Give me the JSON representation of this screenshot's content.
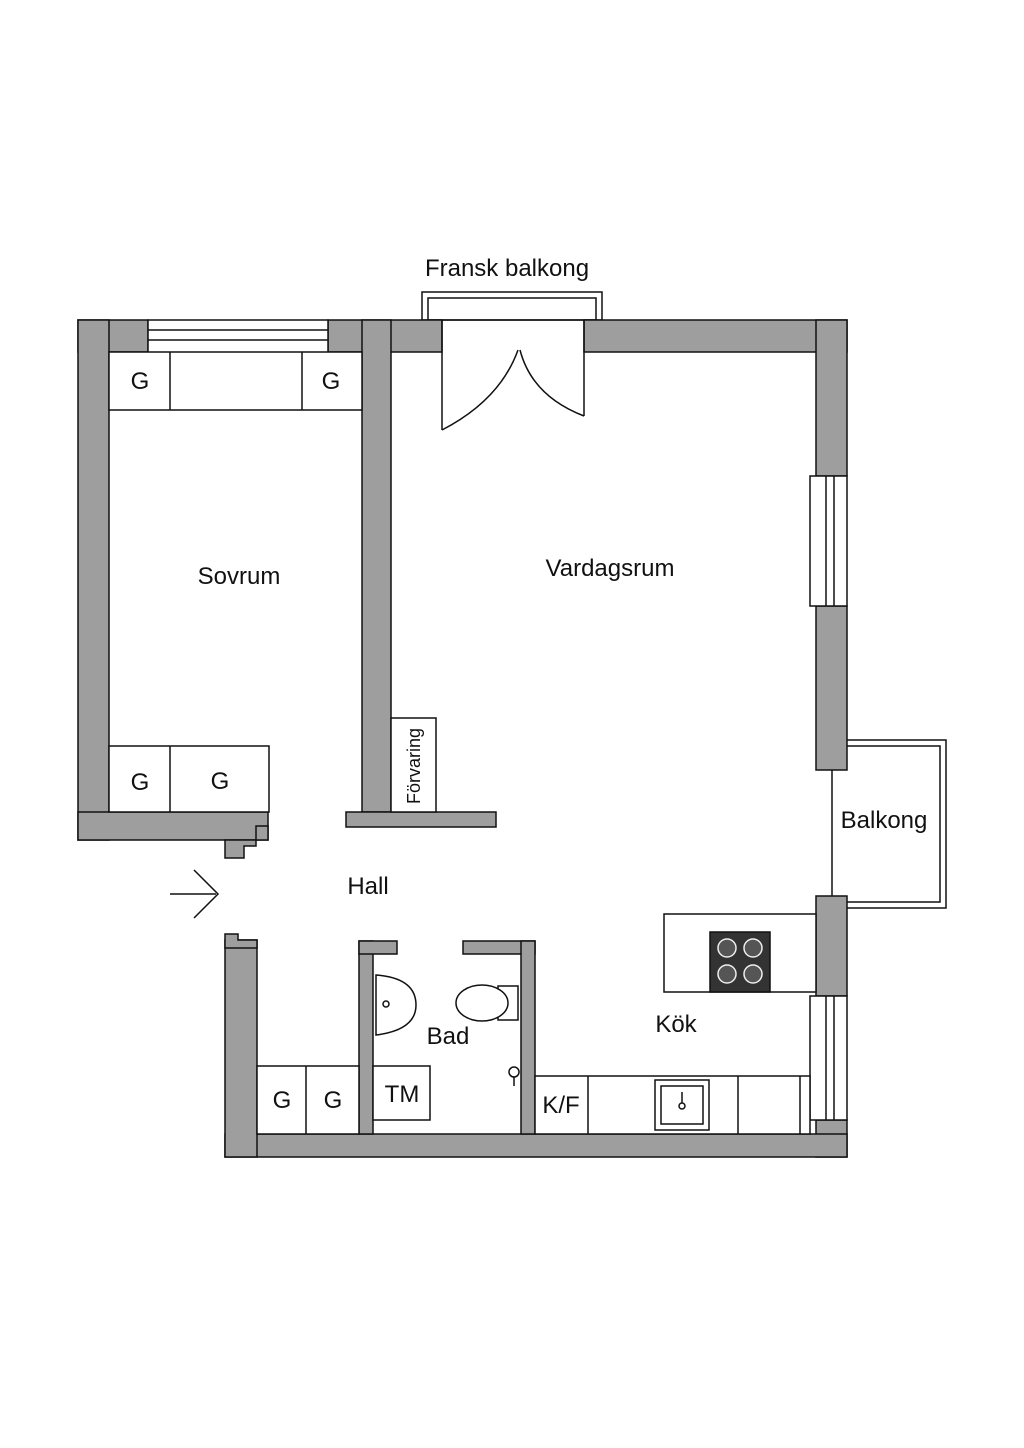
{
  "labels": {
    "fransk_balkong": "Fransk balkong",
    "sovrum": "Sovrum",
    "vardagsrum": "Vardagsrum",
    "forvaring": "Förvaring",
    "balkong": "Balkong",
    "hall": "Hall",
    "bad": "Bad",
    "kok": "Kök",
    "tm": "TM",
    "kf": "K/F",
    "closet": "G"
  },
  "colors": {
    "wall": "#9e9e9e",
    "line": "#111111",
    "background": "#ffffff"
  },
  "icons": [
    "entrance-arrow-icon",
    "sink-icon",
    "toilet-icon",
    "stove-icon",
    "kitchen-sink-icon",
    "door-swing-icon"
  ]
}
